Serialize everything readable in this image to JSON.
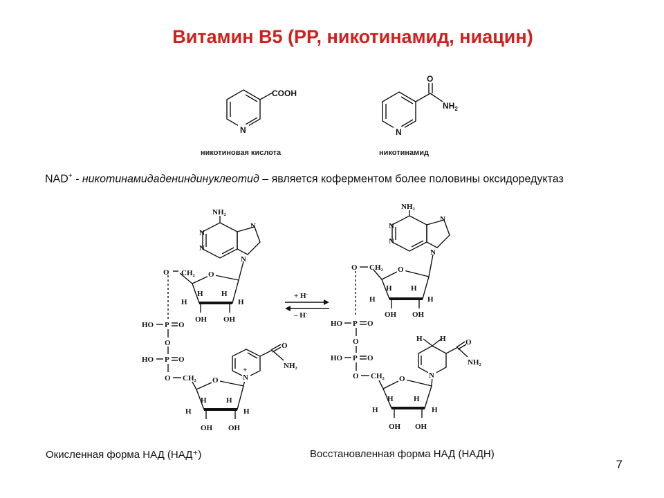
{
  "title": "Витамин В5 (PP, никотинамид, ниацин)",
  "structures": {
    "nicotinic_acid": {
      "label": "никотиновая кислота",
      "group": "COOH",
      "ring_atom": "N"
    },
    "nicotinamide": {
      "label": "никотинамид",
      "o_atom": "O",
      "nh2": "NH",
      "nh2_sub": "2",
      "ring_atom": "N"
    }
  },
  "description": {
    "prefix": "NAD",
    "sup": "+",
    "dash": " - ",
    "italic": "никотинамидадениндинуклеотид",
    "rest": " – является коферментом более половины оксидоредуктаз"
  },
  "reaction": {
    "forward": "+ H",
    "forward_sup": "-",
    "reverse": "– H",
    "reverse_sup": "-"
  },
  "atoms": {
    "nh2": "NH₂",
    "n": "N",
    "o": "O",
    "ch2": "CH₂",
    "h": "H",
    "oh": "OH",
    "ho": "HO",
    "p": "P",
    "conh2_o": "O",
    "conh2_nh2": "NH₂",
    "n_plus": "N",
    "plus": "+"
  },
  "captions": {
    "oxidized": "Окисленная форма НАД (НАД⁺)",
    "reduced": "Восстановленная форма НАД (НАДН)"
  },
  "page_number": "7"
}
